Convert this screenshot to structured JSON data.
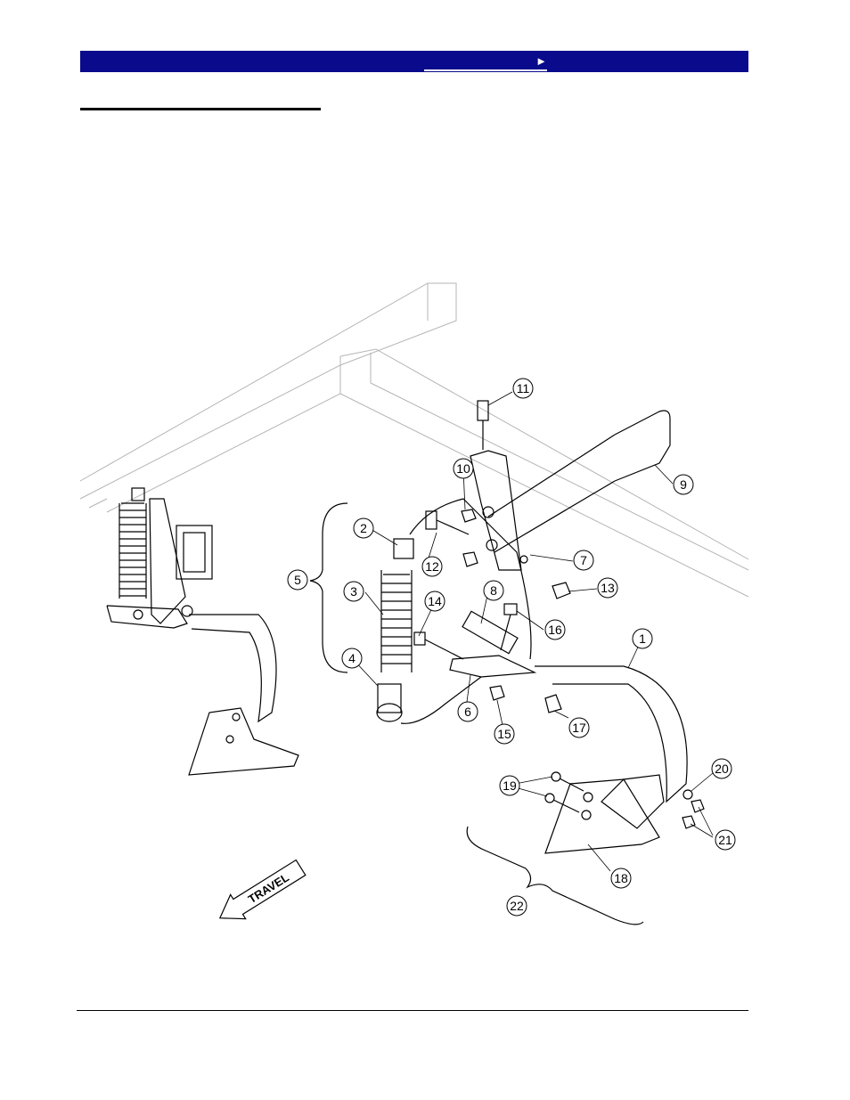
{
  "banner": {
    "link_arrow": "►",
    "color": "#0a0a8c"
  },
  "diagram": {
    "travel_label": "TRAVEL",
    "callouts": [
      "1",
      "2",
      "3",
      "4",
      "5",
      "6",
      "7",
      "8",
      "9",
      "10",
      "11",
      "12",
      "13",
      "14",
      "15",
      "16",
      "17",
      "18",
      "19",
      "20",
      "21",
      "22"
    ]
  }
}
